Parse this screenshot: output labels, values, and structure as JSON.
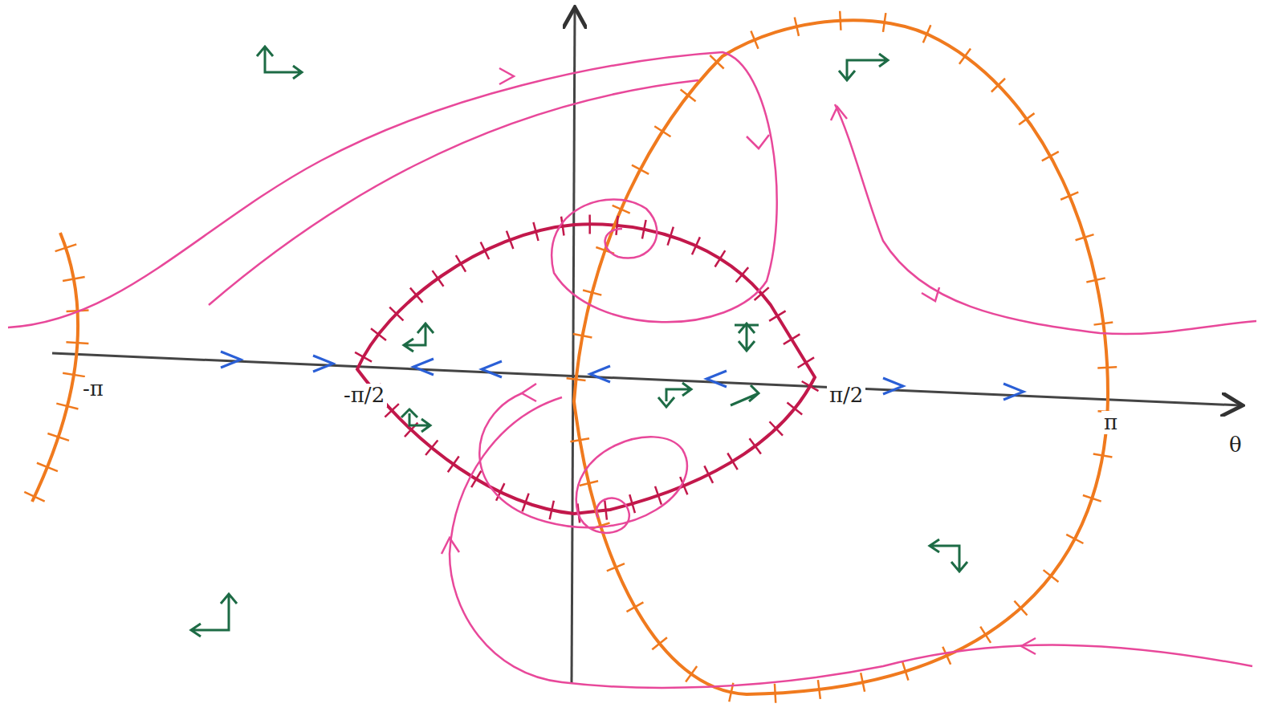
{
  "diagram": {
    "labels": [
      "-π",
      "-π/2",
      "π/2",
      "π",
      "θ"
    ]
  }
}
